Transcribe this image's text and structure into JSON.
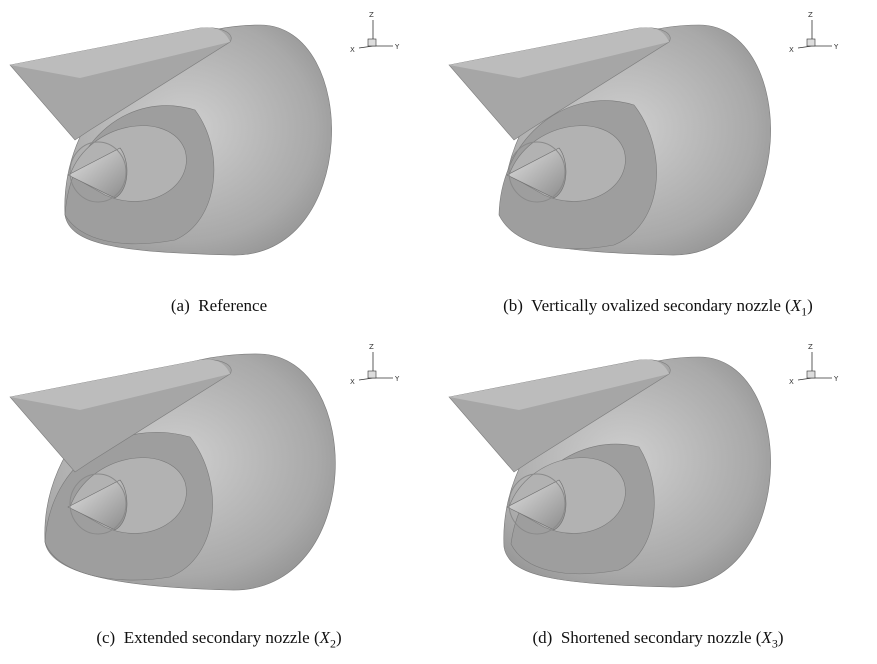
{
  "panels": [
    {
      "label": "(a)",
      "text": "Reference",
      "var": "",
      "sub": ""
    },
    {
      "label": "(b)",
      "text": "Vertically ovalized secondary nozzle",
      "var": "X",
      "sub": "1"
    },
    {
      "label": "(c)",
      "text": "Extended secondary nozzle",
      "var": "X",
      "sub": "2"
    },
    {
      "label": "(d)",
      "text": "Shortened secondary nozzle",
      "var": "X",
      "sub": "3"
    }
  ],
  "axes": {
    "z": "Z",
    "x": "X",
    "y": "Y"
  },
  "colors": {
    "surface_light": "#c8c8c8",
    "surface_mid": "#a9a9a9",
    "surface_dark": "#858585"
  }
}
